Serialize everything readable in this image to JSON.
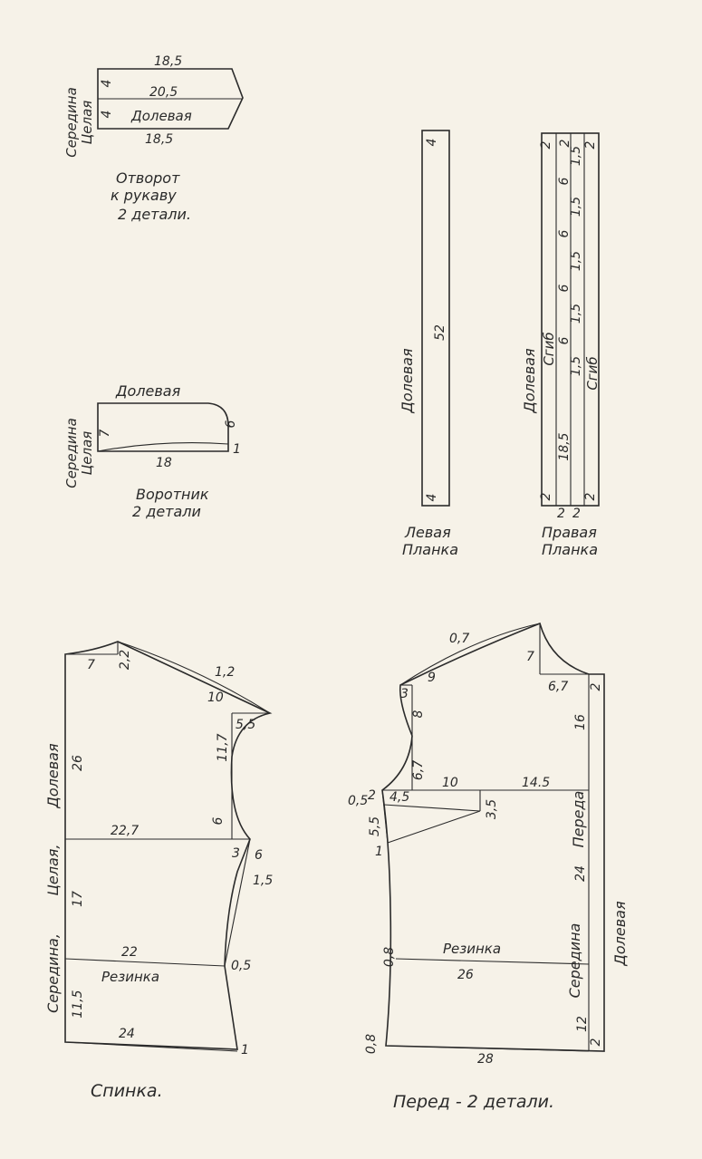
{
  "colors": {
    "paper": "#f6f2e8",
    "ink": "#2b2b2b"
  },
  "cuff": {
    "top": "18,5",
    "middle": "20,5",
    "bottom": "18,5",
    "side_top": "4",
    "side_bottom": "4",
    "grain": "Долевая",
    "side_label_1": "Середина",
    "side_label_2": "Целая",
    "caption_1": "Отворот",
    "caption_2": "к рукаву",
    "caption_3": "2 детали."
  },
  "collar": {
    "grain": "Долевая",
    "height": "7",
    "right": "6",
    "corner": "1",
    "bottom": "18",
    "side_label_1": "Середина",
    "side_label_2": "Целая",
    "caption_1": "Воротник",
    "caption_2": "2 детали"
  },
  "left_placket": {
    "top": "4",
    "middle": "52",
    "bottom": "4",
    "grain": "Долевая",
    "caption_1": "Левая",
    "caption_2": "Планка"
  },
  "right_placket": {
    "tl": "2",
    "tr": "2",
    "bl": "2",
    "br": "2",
    "inner_top": "2",
    "fold": "Сгиб",
    "p6": "6",
    "p15": "1,5",
    "main": "18,5",
    "bottom_1": "2",
    "bottom_2": "2",
    "grain": "Долевая",
    "caption_1": "Правая",
    "caption_2": "Планка"
  },
  "back": {
    "neck_width": "7",
    "neck_rise": "2,2",
    "shoulder_drop": "1,2",
    "shoulder": "10",
    "armhole_top": "5,5",
    "armhole_h": "11,7",
    "armhole_low": "6",
    "side_3": "3",
    "side_6": "6",
    "side_15": "1,5",
    "chest": "22,7",
    "waist": "22",
    "waist_mark": "0,5",
    "hem": "24",
    "hem_mark": "1",
    "h26": "26",
    "h17": "17",
    "h115": "11,5",
    "grain": "Долевая",
    "whole": "Целая,",
    "center": "Середина,",
    "elastic": "Резинка",
    "title": "Спинка."
  },
  "front": {
    "shoulder_drop": "0,7",
    "shoulder": "9",
    "neck_7": "7",
    "neck_67": "6,7",
    "edge_2_top": "2",
    "h16": "16",
    "arm_3": "3",
    "arm_8": "8",
    "arm_67": "6,7",
    "dart_05": "0,5",
    "dart_2": "2",
    "dart_45": "4,5",
    "dart_10": "10",
    "chest_right": "14.5",
    "dart_35": "3,5",
    "dart_55": "5,5",
    "dart_1": "1",
    "front_label": "Переда",
    "h24": "24",
    "center": "Середина",
    "grain": "Долевая",
    "elastic": "Резинка",
    "waist": "26",
    "waist_mark": "0,8",
    "h12": "12",
    "edge_2_bottom": "2",
    "hem": "28",
    "hem_mark": "0,8",
    "title": "Перед - 2 детали."
  }
}
